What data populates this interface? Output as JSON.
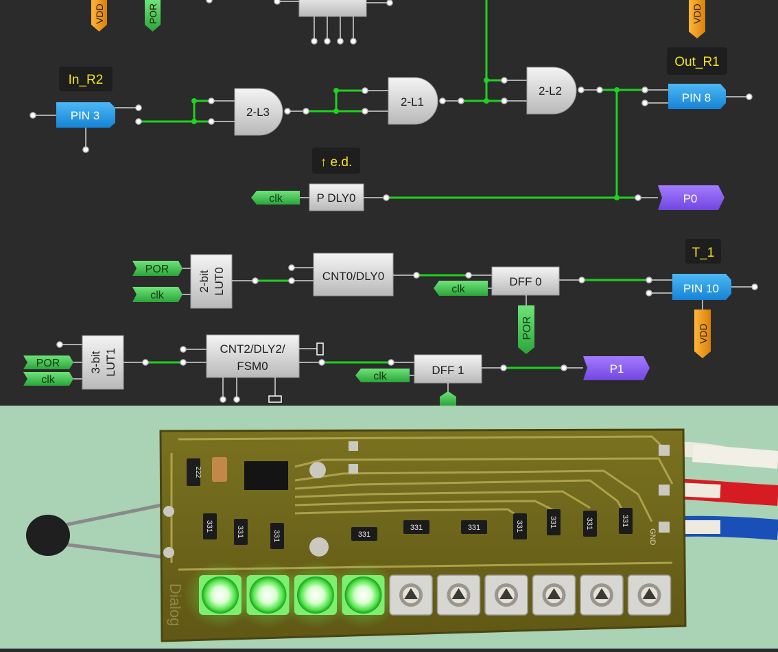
{
  "schematic": {
    "labels": {
      "in_r2": "In_R2",
      "out_r1": "Out_R1",
      "edge": "↑ e.d.",
      "t1": "T_1"
    },
    "pins": {
      "pin3": "PIN 3",
      "pin8": "PIN 8",
      "pin10": "PIN 10"
    },
    "gates": {
      "l3": "2-L3",
      "l1": "2-L1",
      "l2": "2-L2"
    },
    "blocks": {
      "pdly0": "P DLY0",
      "cnt0": "CNT0/DLY0",
      "dff0": "DFF 0",
      "dff1": "DFF 1",
      "cnt2_line1": "CNT2/DLY2/",
      "cnt2_line2": "FSM0",
      "lut0_line1": "2-bit",
      "lut0_line2": "LUT0",
      "lut1_line1": "3-bit",
      "lut1_line2": "LUT1"
    },
    "ports": {
      "p0": "P0",
      "p1": "P1"
    },
    "tags": {
      "clk": "clk",
      "por": "POR",
      "vdd": "VDD"
    },
    "colors": {
      "background": "#2b2b2b",
      "wire": "#1fd21f",
      "pin_blue": "#1e9be8",
      "port_purple": "#8a5cf0",
      "tag_green": "#3fbf4a",
      "vdd_orange": "#f09a1a",
      "label_yellow": "#f4e61c"
    }
  },
  "pcb": {
    "resistor_code": "331",
    "resistor_code_top": "222",
    "silkscreen_brand": "Dialog",
    "silkscreen_gnd": "GND",
    "led_total": 10,
    "led_lit": 4,
    "colors": {
      "background": "#a9d3b4",
      "board": "#6f6619",
      "led_lit": "#b8ffb0",
      "led_off": "#d6d6d2"
    }
  }
}
